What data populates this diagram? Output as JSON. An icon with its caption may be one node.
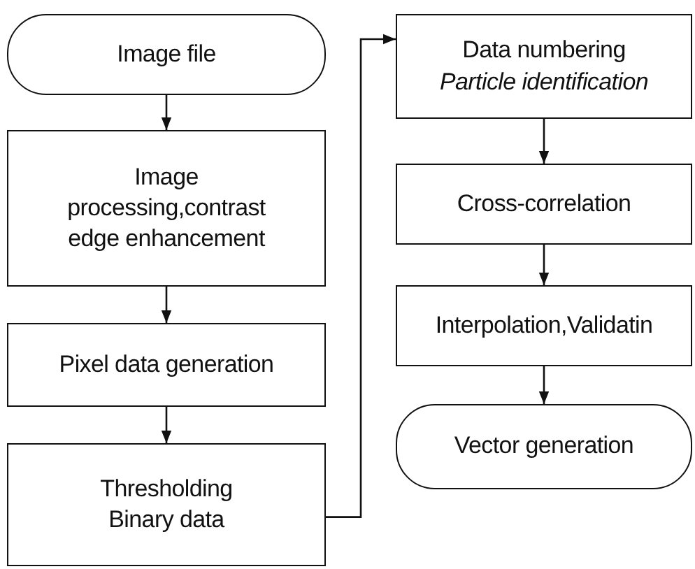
{
  "diagram": {
    "nodes": [
      {
        "text": [
          "Image file"
        ]
      },
      {
        "text": [
          "Image processing,contrast edge enhancement"
        ]
      },
      {
        "text": [
          "Pixel data generation"
        ]
      },
      {
        "text": [
          "Thresholding",
          "Binary data"
        ]
      },
      {
        "text": [
          "Data numbering",
          "Particle identification"
        ]
      },
      {
        "text": [
          "Cross-correlation"
        ]
      },
      {
        "text": [
          "Interpolation,Validatin"
        ]
      },
      {
        "text": [
          "Vector generation"
        ]
      }
    ],
    "edges": [
      {
        "from": 0,
        "to": 1,
        "arrow": "to"
      },
      {
        "from": 1,
        "to": 2,
        "arrow": "to"
      },
      {
        "from": 2,
        "to": 3,
        "arrow": "to"
      },
      {
        "from": 3,
        "to": 4,
        "arrow": "to"
      },
      {
        "from": 4,
        "to": 5,
        "arrow": "to"
      },
      {
        "from": 5,
        "to": 6,
        "arrow": "to"
      },
      {
        "from": 6,
        "to": 7,
        "arrow": "to"
      }
    ]
  }
}
